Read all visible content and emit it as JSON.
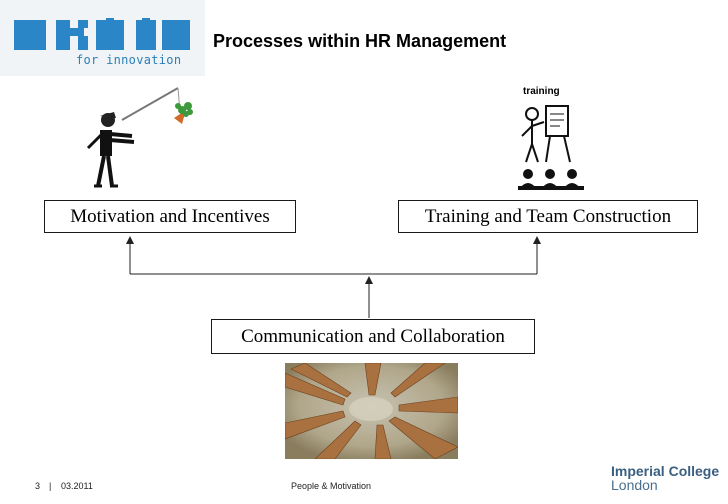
{
  "logo": {
    "tagline": "for innovation",
    "color": "#2a7fb7",
    "icon": "puzzle-blocks-logo"
  },
  "slide": {
    "title": "Processes within HR Management"
  },
  "boxes": {
    "motivation": "Motivation and Incentives",
    "training": "Training and Team Construction",
    "communication": "Communication and Collaboration"
  },
  "images": {
    "carrot": "stick-figure-with-carrot-image",
    "training": "stick-figure-training-image",
    "training_label": "training",
    "hands": "hands-in-circle-image"
  },
  "footer": {
    "page": "3",
    "separator": "|",
    "date": "03.2011",
    "center": "People & Motivation",
    "institution_line1": "Imperial College",
    "institution_line2": "London",
    "institution_color": "#3a5f80"
  }
}
